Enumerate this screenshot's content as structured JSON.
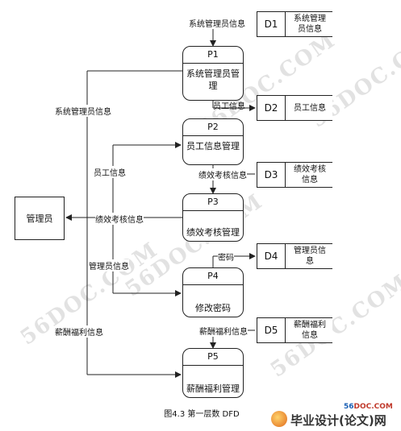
{
  "diagram": {
    "processes": [
      {
        "id": "P1",
        "name": "系统管理员管理"
      },
      {
        "id": "P2",
        "name": "员工信息管理"
      },
      {
        "id": "P3",
        "name": "绩效考核管理"
      },
      {
        "id": "P4",
        "name": "修改密码"
      },
      {
        "id": "P5",
        "name": "薪酬福利管理"
      }
    ],
    "stores": [
      {
        "id": "D1",
        "name": "系统管理员信息"
      },
      {
        "id": "D2",
        "name": "员工信息"
      },
      {
        "id": "D3",
        "name": "绩效考核信息"
      },
      {
        "id": "D4",
        "name": "管理员信息"
      },
      {
        "id": "D5",
        "name": "薪酬福利信息"
      }
    ],
    "entity": "管理员",
    "flows": {
      "sysadmin_info_top": "系统管理员信息",
      "sysadmin_info_left": "系统管理员信息",
      "emp_info_d2": "员工信息",
      "emp_info_left": "员工信息",
      "perf_info_d3": "绩效考核信息",
      "perf_info_entity": "绩效考核信息",
      "password": "密码",
      "admin_info": "管理员信息",
      "salary_info_left": "薪酬福利信息",
      "salary_info_d5": "薪酬福利信息"
    }
  },
  "caption": "图4.3  第一层数 DFD",
  "watermark": "56DOC.COM",
  "logo": {
    "site_prefix": "56",
    "site_suffix": "DOC.COM",
    "text": "毕业设计(论文)网"
  }
}
